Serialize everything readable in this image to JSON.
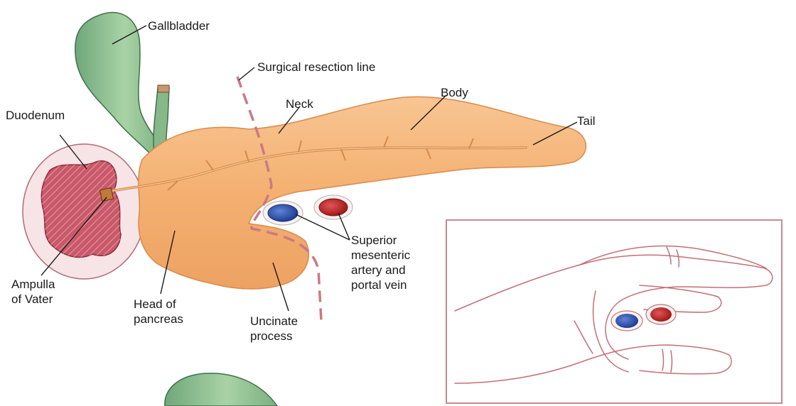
{
  "labels": {
    "gallbladder": "Gallbladder",
    "resection_line": "Surgical resection line",
    "neck": "Neck",
    "body": "Body",
    "tail": "Tail",
    "duodenum": "Duodenum",
    "ampulla": "Ampulla\nof Vater",
    "head": "Head of\npancreas",
    "uncinate": "Uncinate\nprocess",
    "vessels": "Superior\nmesenteric\nartery and\nportal vein"
  },
  "colors": {
    "pancreas": "#f6b67a",
    "gallbladder": "#8fbf8f",
    "duodenum_wall": "#f3d8dc",
    "duodenum_lumen": "#c95b6b",
    "portal_vein": "#2f4fa8",
    "artery": "#c62a2a",
    "resection_line": "#c97a84",
    "inset_border": "#c98a90"
  }
}
